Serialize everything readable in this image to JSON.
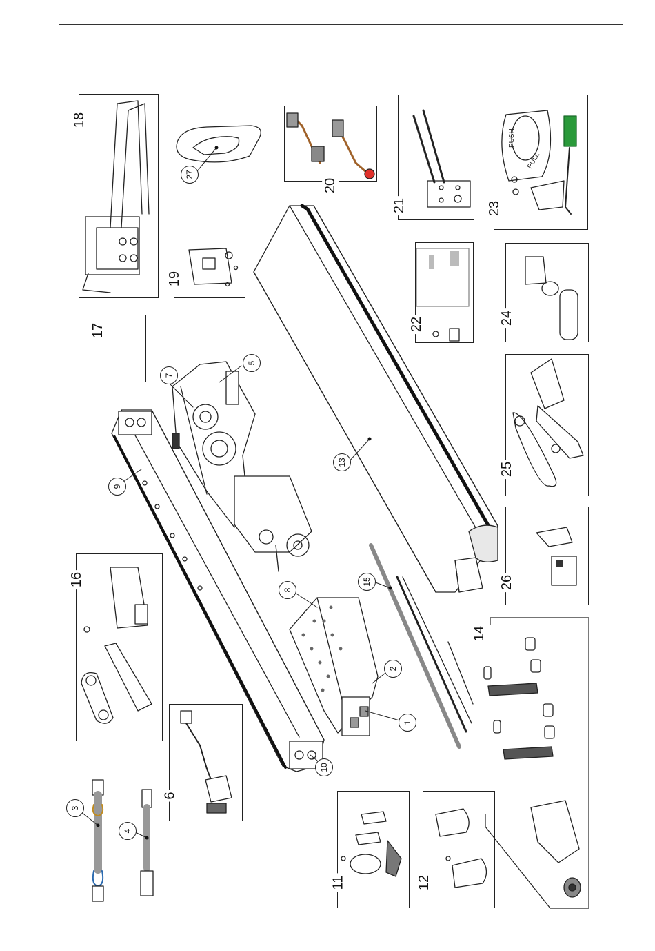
{
  "boxed_labels": {
    "p6": "6",
    "p11": "11",
    "p12": "12",
    "p14": "14",
    "p16": "16",
    "p17": "17",
    "p18": "18",
    "p19": "19",
    "p20": "20",
    "p21": "21",
    "p22": "22",
    "p23": "23",
    "p24": "24",
    "p25": "25",
    "p26": "26"
  },
  "callouts": {
    "c1": "1",
    "c2": "2",
    "c3": "3",
    "c4": "4",
    "c5": "5",
    "c7": "7",
    "c8": "8",
    "c9": "9",
    "c10": "10",
    "c13": "13",
    "c15": "15",
    "c27": "27"
  },
  "printed_text": {
    "push": "PUSH",
    "pull": "PULL"
  }
}
